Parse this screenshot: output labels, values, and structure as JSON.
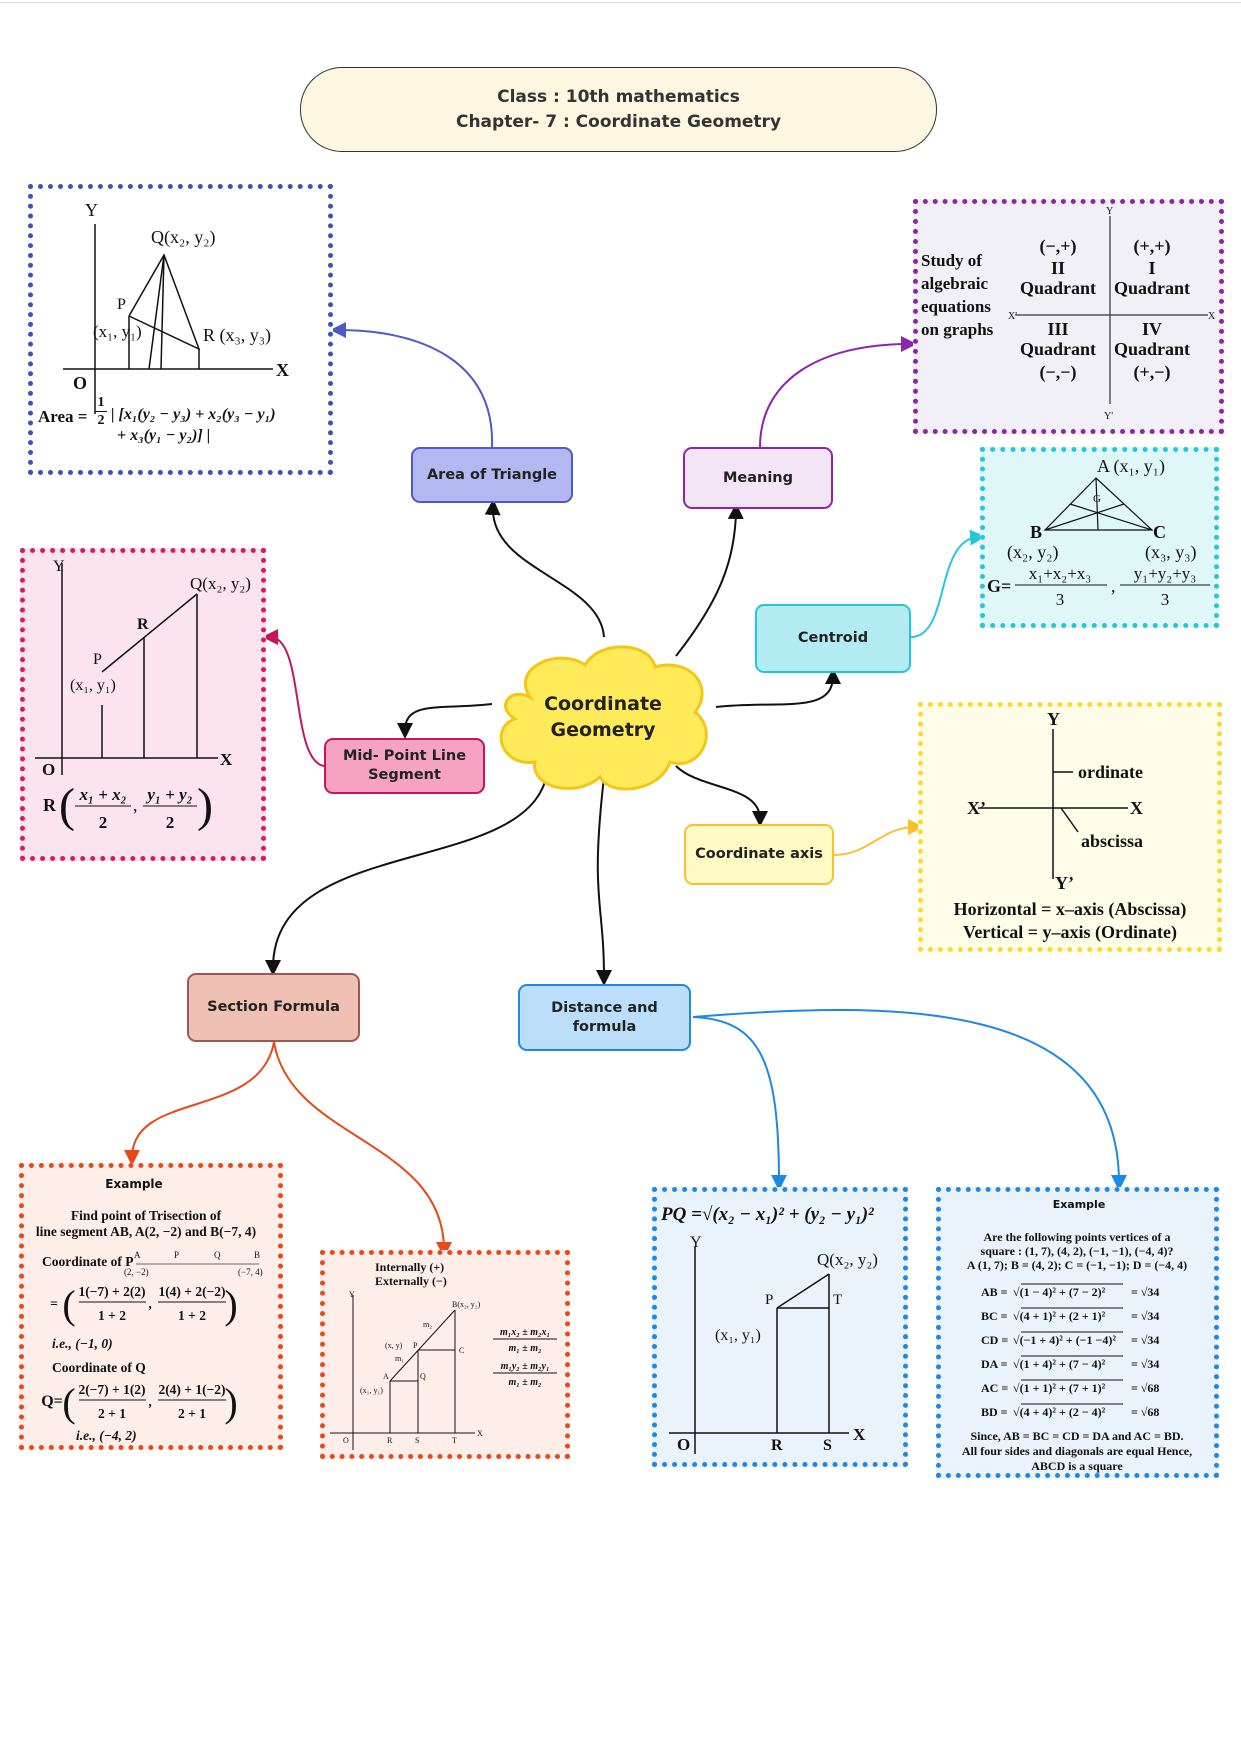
{
  "header": {
    "line1": "Class : 10th mathematics",
    "line2": "Chapter- 7 : Coordinate Geometry"
  },
  "center": {
    "line1": "Coordinate",
    "line2": "Geometry"
  },
  "nodes": {
    "area": "Area of Triangle",
    "meaning": "Meaning",
    "centroid": "Centroid",
    "midpoint1": "Mid- Point Line",
    "midpoint2": "Segment",
    "axis": "Coordinate axis",
    "section": "Section Formula",
    "distance": "Distance and formula"
  },
  "colors": {
    "area": "#5059c8",
    "meaning": "#8e24aa",
    "centroid": "#26c6da",
    "midpoint": "#c2185b",
    "axis": "#fbc02d",
    "section": "#e64a19",
    "distance": "#1e88e5",
    "cloud": "#ffeb5a"
  },
  "area_box": {
    "y": "Y",
    "x": "X",
    "o": "O",
    "q": "Q(x₂, y₂)",
    "p": "P",
    "p_coord": "(x₁, y₁)",
    "r": "R (x₃, y₃)",
    "formula_prefix": "Area =",
    "half_num": "1",
    "half_den": "2",
    "formula1": "| [x₁(y₂ − y₃) + x₂(y₃ − y₁)",
    "formula2": "+ x₃(y₁ − y₂)] |"
  },
  "meaning_box": {
    "text": [
      "Study  of",
      "algebraic",
      "equations",
      "on graphs"
    ],
    "y": "Y",
    "y_neg": "Y'",
    "x": "X",
    "x_neg": "X'",
    "q2_sign": "(−,+)",
    "q2": "II",
    "q2_label": "Quadrant",
    "q1_sign": "(+,+)",
    "q1": "I",
    "q1_label": "Quadrant",
    "q3": "III",
    "q3_label": "Quadrant",
    "q3_sign": "(−,−)",
    "q4": "IV",
    "q4_label": "Quadrant",
    "q4_sign": "(+,−)"
  },
  "centroid_box": {
    "a": "A (x₁, y₁)",
    "b": "B",
    "c": "C",
    "g": "G",
    "b_coord": "(x₂, y₂)",
    "c_coord": "(x₃, y₃)",
    "g_eq": "G=",
    "xnum": "x₁+x₂+x₃",
    "ynum": "y₁+y₂+y₃",
    "den": "3"
  },
  "midpoint_box": {
    "y": "Y",
    "x": "X",
    "o": "O",
    "q": "Q(x₂, y₂)",
    "r": "R",
    "p": "P",
    "p_coord": "(x₁, y₁)",
    "formula_r": "R",
    "xnum": "x₁ + x₂",
    "ynum": "y₁ + y₂",
    "den": "2"
  },
  "axis_box": {
    "y": "Y",
    "y_neg": "Y’",
    "x": "X",
    "x_neg": "X’",
    "ordinate": "ordinate",
    "abscissa": "abscissa",
    "line1": "Horizontal = x–axis (Abscissa)",
    "line2": "Vertical = y–axis (Ordinate)"
  },
  "section_example": {
    "heading": "Example",
    "q1": "Find point of Trisection of",
    "q2": "line segment AB, A(2, −2) and B(−7, 4)",
    "coord_p": "Coordinate of P",
    "seg_a": "A",
    "seg_p": "P",
    "seg_q": "Q",
    "seg_b": "B",
    "seg_a_coord": "(2, −2)",
    "seg_b_coord": "(−7, 4)",
    "p_eq": "=",
    "p_xnum": "1(−7) + 2(2)",
    "p_ynum": "1(4) + 2(−2)",
    "p_den": "1 + 2",
    "p_result": "i.e., (−1, 0)",
    "coord_q": "Coordinate of Q",
    "q_eq": "Q=",
    "q_xnum": "2(−7) + 1(2)",
    "q_ynum": "2(4) + 1(−2)",
    "q_den": "2 + 1",
    "q_result": "i.e., (−4, 2)"
  },
  "section_internal": {
    "line1": "Internally (+)",
    "line2": "Externally (−)",
    "y": "Y",
    "x": "X",
    "o": "O",
    "b": "B(x₂, y₂)",
    "m2": "m₂",
    "m1": "m₁",
    "xy": "(x, y)",
    "p": "P",
    "c": "C",
    "a": "A",
    "q": "Q",
    "a_coord": "(x₁, y₁)",
    "r": "R",
    "s": "S",
    "t": "T",
    "fx_num": "m₁x₂ ± m₂x₁",
    "fy_num": "m₁y₂ ± m₂y₁",
    "f_den": "m₁ ± m₂"
  },
  "distance_box": {
    "formula": "PQ =√(x₂ − x₁)² + (y₂ − y₁)²",
    "y": "Y",
    "x": "X",
    "o": "O",
    "q": "Q(x₂, y₂)",
    "p": "P",
    "t": "T",
    "p_coord": "(x₁, y₁)",
    "r": "R",
    "s": "S"
  },
  "distance_example": {
    "heading": "Example",
    "q1": "Are the following points vertices of a",
    "q2": "square : (1, 7), (4, 2), (−1, −1), (−4, 4)?",
    "q3": "A (1, 7); B = (4, 2); C = (−1, −1); D = (−4, 4)",
    "rows": [
      {
        "label": "AB =",
        "expr": "√(1 − 4)² + (7 − 2)²",
        "result": "= √34"
      },
      {
        "label": "BC =",
        "expr": "√(4 + 1)² + (2 + 1)²",
        "result": "= √34"
      },
      {
        "label": "CD =",
        "expr": "√(−1 + 4)² + (−1 −4)²",
        "result": "= √34"
      },
      {
        "label": "DA =",
        "expr": "√(1 + 4)² + (7 − 4)²",
        "result": "= √34"
      },
      {
        "label": "AC =",
        "expr": "√(1 + 1)² + (7 + 1)²",
        "result": "= √68"
      },
      {
        "label": "BD =",
        "expr": "√(4 + 4)² + (2 − 4)²",
        "result": "= √68"
      }
    ],
    "c1": "Since, AB = BC = CD = DA and AC = BD.",
    "c2": "All four sides and diagonals are equal Hence,",
    "c3": "ABCD is a square"
  }
}
